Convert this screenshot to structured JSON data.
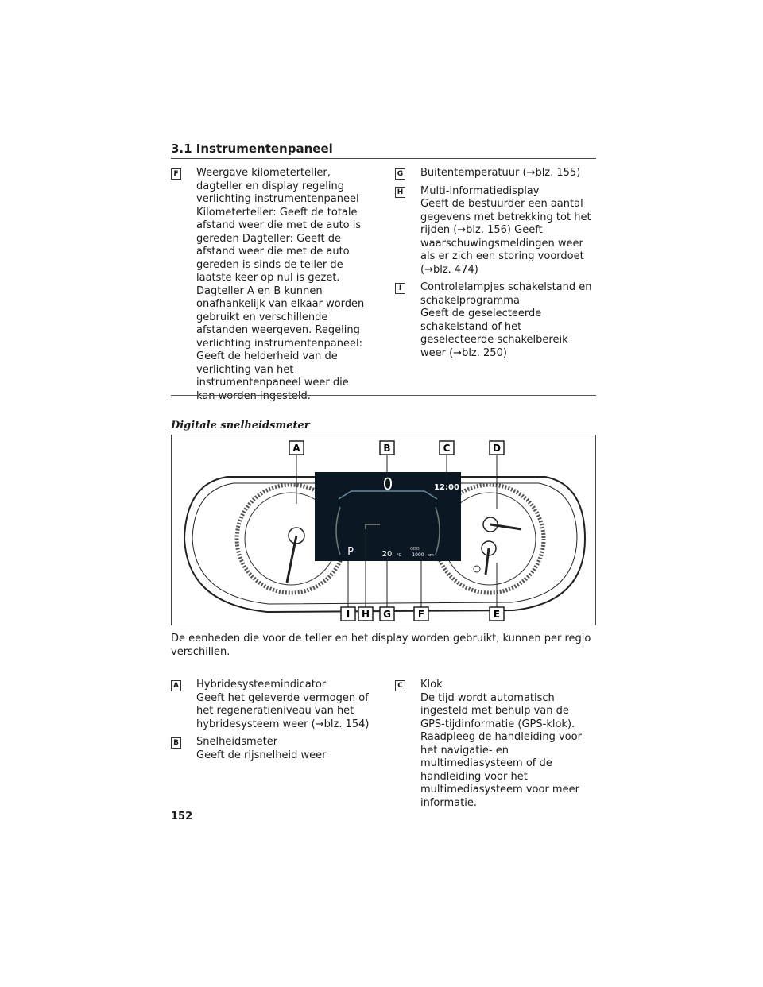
{
  "header": {
    "section_title": "3.1  Instrumentenpaneel"
  },
  "top_left": [
    {
      "key": "F",
      "title": "Weergave kilometerteller, dagteller en display regeling verlichting instrumentenpaneel",
      "body": "Kilometerteller: Geeft de totale afstand weer die met de auto is gereden Dagteller: Geeft de afstand weer die met de auto gereden is sinds de teller de laatste keer op nul is gezet. Dagteller A en B kunnen onafhankelijk van elkaar worden gebruikt en verschillende afstanden weergeven. Regeling verlichting instrumentenpaneel: Geeft de helderheid van de verlichting van het instrumentenpaneel weer die kan worden ingesteld."
    }
  ],
  "top_right": [
    {
      "key": "G",
      "title": "Buitentemperatuur (→blz. 155)",
      "body": ""
    },
    {
      "key": "H",
      "title": "Multi-informatiedisplay",
      "body": "Geeft de bestuurder een aantal gegevens met betrekking tot het rijden (→blz. 156) Geeft waarschuwingsmeldingen weer als er zich een storing voordoet (→blz. 474)"
    },
    {
      "key": "I",
      "title": "Controlelampjes schakelstand en schakelprogramma",
      "body": "Geeft de geselecteerde schakelstand of het geselecteerde schakelbereik weer (→blz. 250)"
    }
  ],
  "figure": {
    "caption": "Digitale snelheidsmeter",
    "callouts_top": [
      "A",
      "B",
      "C",
      "D"
    ],
    "callouts_bottom": [
      "I",
      "H",
      "G",
      "F",
      "E"
    ],
    "display": {
      "speed": "0",
      "clock": "12:00",
      "gear": "P",
      "temp": "20",
      "temp_unit": "°C",
      "odo_label": "ODO",
      "odo": "1000",
      "odo_unit": "km"
    }
  },
  "note": "De eenheden die voor de teller en het display worden gebruikt, kunnen per regio verschillen.",
  "bottom_left": [
    {
      "key": "A",
      "title": "Hybridesysteemindicator",
      "body": "Geeft het geleverde vermogen of het regeneratieniveau van het hybridesysteem weer (→blz. 154)"
    },
    {
      "key": "B",
      "title": "Snelheidsmeter",
      "body": "Geeft de rijsnelheid weer"
    }
  ],
  "bottom_right": [
    {
      "key": "C",
      "title": "Klok",
      "body": "De tijd wordt automatisch ingesteld met behulp van de GPS-tijdinformatie (GPS-klok). Raadpleeg de handleiding voor het navigatie- en multimediasysteem of de handleiding voor het multimediasysteem voor meer informatie."
    }
  ],
  "page_number": "152"
}
